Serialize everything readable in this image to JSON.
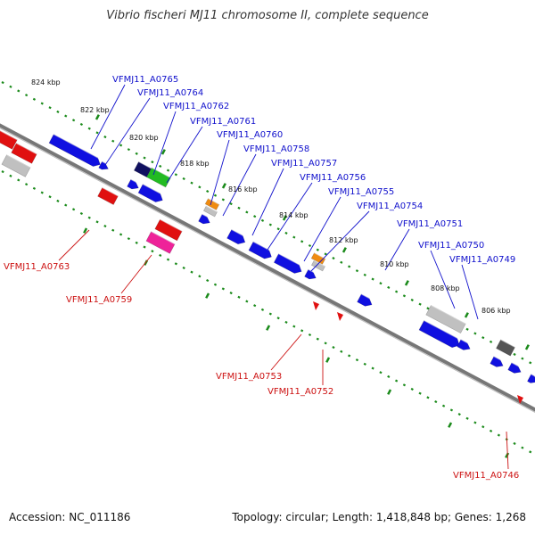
{
  "title": "Vibrio fischeri MJ11 chromosome II, complete sequence",
  "footer": {
    "accession": "Accession: NC_011186",
    "info": "Topology: circular; Length: 1,418,848 bp; Genes: 1,268"
  },
  "ticks": [
    "824 kbp",
    "822 kbp",
    "820 kbp",
    "818 kbp",
    "816 kbp",
    "814 kbp",
    "812 kbp",
    "810 kbp",
    "808 kbp",
    "806 kbp"
  ],
  "forward_genes": [
    "VFMJ11_A0765",
    "VFMJ11_A0764",
    "VFMJ11_A0762",
    "VFMJ11_A0761",
    "VFMJ11_A0760",
    "VFMJ11_A0758",
    "VFMJ11_A0757",
    "VFMJ11_A0756",
    "VFMJ11_A0755",
    "VFMJ11_A0754",
    "VFMJ11_A0751",
    "VFMJ11_A0750",
    "VFMJ11_A0749"
  ],
  "reverse_genes": [
    "VFMJ11_A0763",
    "VFMJ11_A0759",
    "VFMJ11_A0753",
    "VFMJ11_A0752",
    "VFMJ11_A0746"
  ],
  "colors": {
    "forward": "#1010e0",
    "reverse": "#e01010",
    "forward_label": "#1010cc",
    "reverse_label": "#cc1111",
    "backbone": "#777777",
    "tick": "#1a8a1a",
    "gray_gene": "#c0c0c0",
    "dark_gene": "#555555",
    "navy_gene": "#101060",
    "green_gene": "#22bb22",
    "orange_gene": "#f08c10",
    "pink_gene": "#ee2299"
  }
}
